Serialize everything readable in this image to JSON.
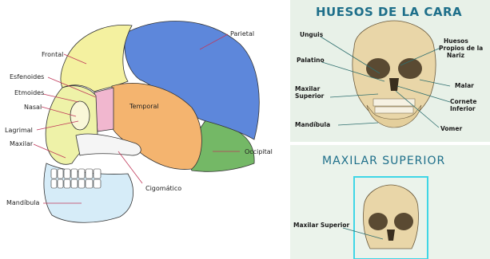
{
  "left_diagram": {
    "labels": {
      "parietal": "Parietal",
      "frontal": "Frontal",
      "esfenoides": "Esfenoides",
      "etmoides": "Etmoides",
      "nasal": "Nasal",
      "temporal": "Temporal",
      "lagrimal": "Lagrimal",
      "maxilar": "Maxilar",
      "occipital": "Occipital",
      "cigomatico": "Cigomático",
      "mandibula": "Mandíbula"
    },
    "colors": {
      "parietal": "#5d87db",
      "frontal": "#f4f1a0",
      "temporal": "#f4b46f",
      "occipital": "#74b866",
      "sphenoid": "#f1b7cf",
      "jaw": "#d6ecf8"
    }
  },
  "right_top": {
    "title": "HUESOS DE LA CARA",
    "labels": {
      "unguis": "Unguis",
      "huesos_propios_1": "Huesos",
      "huesos_propios_2": "Propios de la",
      "huesos_propios_3": "Nariz",
      "palatino": "Palatino",
      "malar": "Malar",
      "maxilar_superior_1": "Maxilar",
      "maxilar_superior_2": "Superior",
      "cornete_1": "Cornete",
      "cornete_2": "Inferior",
      "mandibula": "Mandíbula",
      "vomer": "Vomer"
    }
  },
  "right_bottom": {
    "title": "MAXILAR SUPERIOR",
    "label": "Maxilar Superior",
    "highlight_color": "#3fd6e6"
  }
}
